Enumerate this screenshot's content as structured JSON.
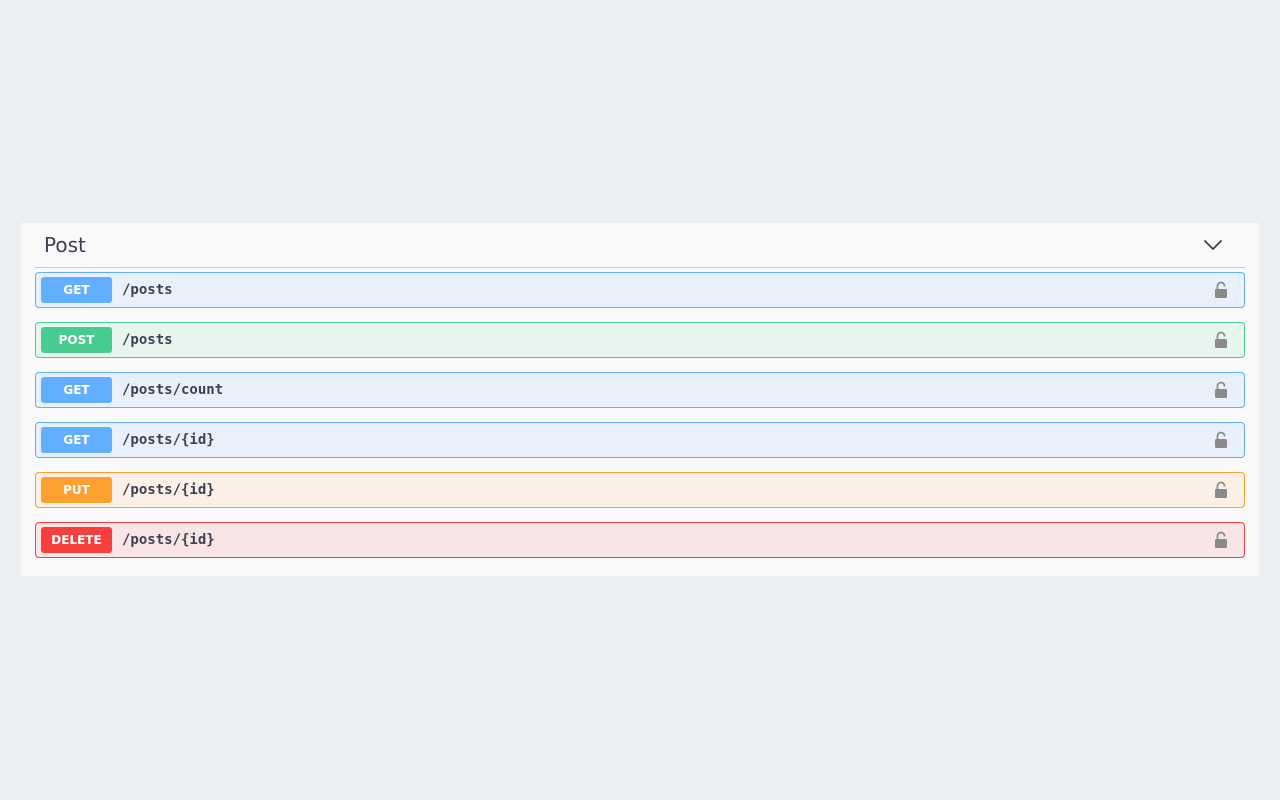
{
  "section": {
    "title": "Post"
  },
  "colors": {
    "get": "#61affe",
    "post": "#49cc90",
    "put": "#fca130",
    "delete": "#f93e3e"
  },
  "operations": [
    {
      "method": "GET",
      "path": "/posts"
    },
    {
      "method": "POST",
      "path": "/posts"
    },
    {
      "method": "GET",
      "path": "/posts/count"
    },
    {
      "method": "GET",
      "path": "/posts/{id}"
    },
    {
      "method": "PUT",
      "path": "/posts/{id}"
    },
    {
      "method": "DELETE",
      "path": "/posts/{id}"
    }
  ]
}
